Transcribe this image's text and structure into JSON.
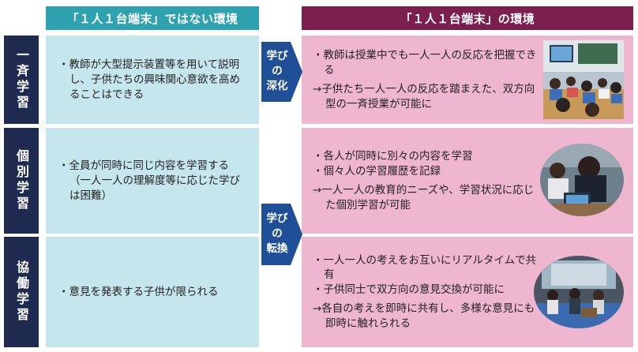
{
  "headers": {
    "left": "「１人１台端末」ではない環境",
    "right": "「１人１台端末」の環境"
  },
  "rows": [
    {
      "label": "一斉学習",
      "left": [
        "・教師が大型提示装置等を用いて説明し、子供たちの興味関心意欲を高めることはできる"
      ],
      "right": [
        "・教師は授業中でも一人一人の反応を把握できる"
      ],
      "right_arrow": [
        "→子供たち一人一人の反応を踏まえた、双方向型の一斉授業が可能に"
      ]
    },
    {
      "label": "個別学習",
      "left": [
        "・全員が同時に同じ内容を学習する（一人一人の理解度等に応じた学びは困難）"
      ],
      "right": [
        "・各人が同時に別々の内容を学習",
        "・個々人の学習履歴を記録"
      ],
      "right_arrow": [
        "→一人一人の教育的ニーズや、学習状況に応じた個別学習が可能"
      ]
    },
    {
      "label": "協働学習",
      "left": [
        "・意見を発表する子供が限られる"
      ],
      "right": [
        "・一人一人の考えをお互いにリアルタイムで共有",
        "・子供同士で双方向の意見交換が可能に"
      ],
      "right_arrow": [
        "→各自の考えを即時に共有し、多様な意見にも即時に触れられる"
      ]
    }
  ],
  "arrows": {
    "deepen": [
      "学び",
      "の",
      "深化"
    ],
    "transform": [
      "学び",
      "の",
      "転換"
    ]
  },
  "colors": {
    "header_left": "#2fa2b0",
    "header_right": "#7b1f4e",
    "side_label": "#1e2a4f",
    "cell_left": "#c5e6ed",
    "cell_right": "#efb6cf",
    "arrow": "#1f4f97"
  },
  "icons": {
    "photo1": "classroom-photo-icon",
    "photo2": "student-tablet-photo-icon",
    "photo3": "group-discussion-photo-icon"
  }
}
